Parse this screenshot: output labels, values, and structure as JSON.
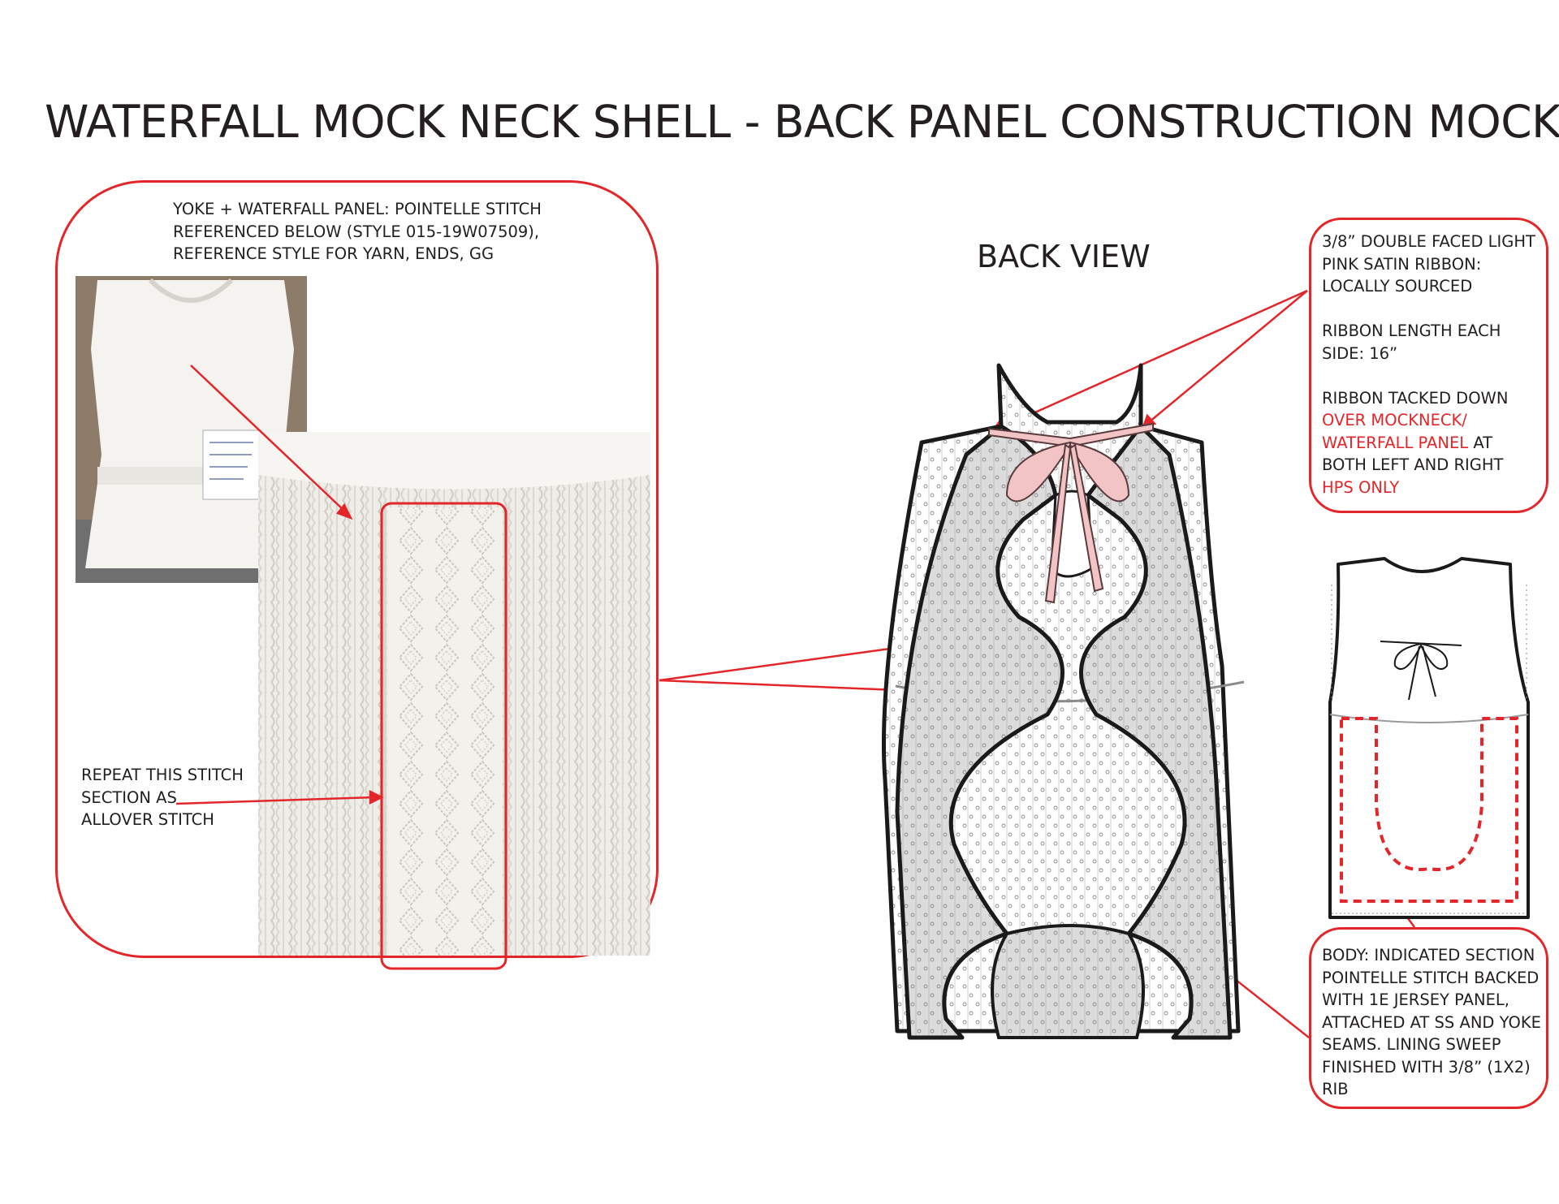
{
  "title": "WATERFALL MOCK NECK SHELL - BACK PANEL CONSTRUCTION MOCK UP",
  "back_view_label": "BACK VIEW",
  "yoke_note": {
    "line1": "YOKE + WATERFALL PANEL: POINTELLE STITCH",
    "line2": "REFERENCED BELOW (STYLE 015-19W07509),",
    "line3": "REFERENCE STYLE FOR YARN, ENDS, GG"
  },
  "repeat_note": {
    "line1": "REPEAT THIS STITCH",
    "line2": "SECTION AS",
    "line3": "ALLOVER STITCH"
  },
  "ribbon_note": {
    "line1": "3/8” DOUBLE FACED LIGHT",
    "line2": "PINK SATIN RIBBON:",
    "line3": "LOCALLY SOURCED",
    "line4": "RIBBON LENGTH EACH",
    "line5": "SIDE: 16”",
    "line6": "RIBBON TACKED DOWN",
    "line7_red": "OVER MOCKNECK/",
    "line8_red": "WATERFALL PANEL",
    "line8_rest": " AT",
    "line9": "BOTH LEFT AND RIGHT",
    "line10_red": "HPS ONLY"
  },
  "body_note": {
    "line1": "BODY: INDICATED SECTION",
    "line2": "POINTELLE STITCH BACKED",
    "line3": "WITH 1E JERSEY PANEL,",
    "line4": "ATTACHED AT SS AND YOKE",
    "line5": "SEAMS. LINING SWEEP",
    "line6": "FINISHED WITH 3/8” (1X2)",
    "line7": "RIB"
  },
  "colors": {
    "callout_red": "#e3262a",
    "ribbon_pink": "#f2c4c6",
    "knit_white": "#f1efea"
  }
}
